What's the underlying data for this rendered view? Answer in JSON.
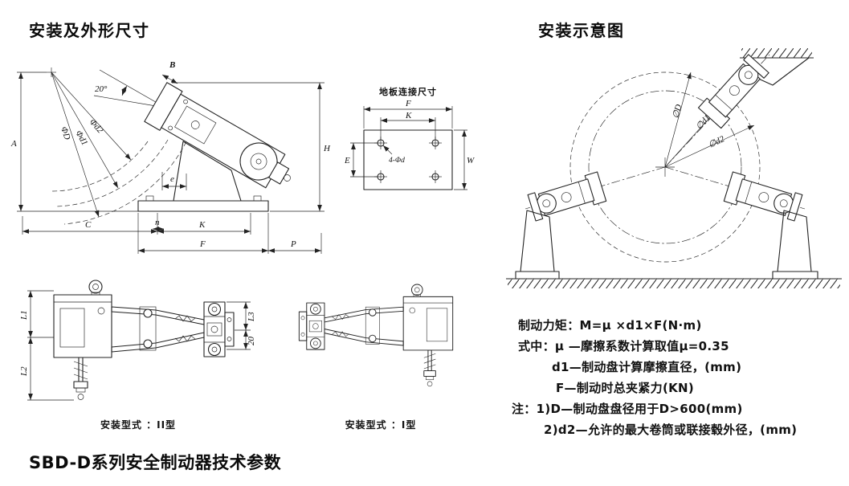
{
  "page": {
    "background": "#ffffff",
    "ink": "#1a1a1a"
  },
  "headings": {
    "outline": "安装及外形尺寸",
    "schematic": "安装示意图",
    "params": "SBD-D系列安全制动器技术参数"
  },
  "main_drawing": {
    "dim_A": "A",
    "dim_B": "B",
    "dim_H": "H",
    "dim_C": "C",
    "dim_K": "K",
    "dim_F": "F",
    "dim_P": "P",
    "dim_e": "e",
    "dim_n": "n",
    "angle": "20°",
    "dia_D": "ΦD",
    "dia_d1": "Φd1",
    "dia_d2": "Φd2"
  },
  "floor_drawing": {
    "title": "地板连接尺寸",
    "dim_F": "F",
    "dim_K": "K",
    "dim_W": "W",
    "dim_E": "E",
    "holes": "4-Φd"
  },
  "caliper_type2": {
    "caption": "安装型式 ：II型",
    "dim_L1": "L1",
    "dim_L2": "L2",
    "dim_L3": "L3",
    "dim_20": "20"
  },
  "caliper_type1": {
    "caption": "安装型式 ：I型"
  },
  "install_schematic": {
    "dia_D": "∅D",
    "dia_d1": "∅d1",
    "dia_d2": "∅d2"
  },
  "formulas": {
    "lines": [
      "制动力矩：M=μ ×d1×F(N·m)",
      "式中：μ —摩擦系数计算取值μ=0.35",
      "d1—制动盘计算摩擦直径，(mm)",
      "F—制动时总夹紧力(KN)",
      "注：1)D—制动盘盘径用于D>600(mm)",
      "2)d2—允许的最大卷筒或联接毂外径，(mm)"
    ]
  }
}
